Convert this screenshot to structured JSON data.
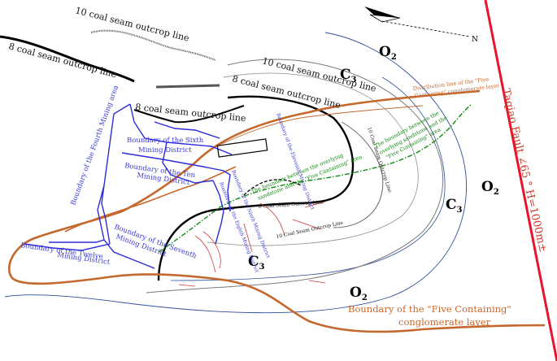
{
  "compass": {
    "north_label": "N"
  },
  "strata": {
    "o2_top": "O",
    "o2_top_sub": "2",
    "o2_right": "O",
    "o2_right_sub": "2",
    "o2_bottom": "O",
    "o2_bottom_sub": "2",
    "c3_top": "C",
    "c3_top_sub": "3",
    "c3_right": "C",
    "c3_right_sub": "3",
    "c3_center": "C",
    "c3_center_sub": "3"
  },
  "outcrop_labels": {
    "ten_top_left": "10 coal seam outcrop line",
    "eight_top_left": "8 coal seam outcrop line",
    "ten_center": "10 coal seam outcrop line",
    "eight_center_upper": "8 coal seam outcrop line",
    "eight_center_left": "8 coal seam outcrop line",
    "ten_small_vertical": "10 Coal Seam Outcrop Line",
    "eight_small": "8 Coal Seam Outcrop Line",
    "ten_small_bottom": "10 Coal Seam Outcrop Line"
  },
  "district_labels": {
    "fourth": "Boundary of the Fourth Mining area",
    "sixth_line1": "Boundary of the Sixth",
    "sixth_line2": "Mining District",
    "ten_line1": "Boundary of the Ten",
    "ten_line2": "Mining District",
    "seventh_line1": "Boundary of the Seventh",
    "seventh_line2": "Mining District",
    "twelve_line1": "Boundary of the Twelve",
    "twelve_line2": "Mining District",
    "small_a": "Boundary of the Eleventh Mining District",
    "small_b": "Boundary of the Ninth Mining District",
    "small_c": "Boundary of the Eighth Mining District"
  },
  "green_labels": {
    "left_line1": "The boundary between the overlying",
    "left_line2": "sandstone and the \"Five Containing\" area",
    "right_line1": "The boundary between the",
    "right_line2": "overlying sandstone and the",
    "right_line3": "\"Five Containing\" area"
  },
  "fault_label": "Taqiao Fault ∠65 ° H=1000m±",
  "orange_labels": {
    "small_line1": "Distribution line of the \"Five",
    "small_line2": "Containing\" conglomerate layer",
    "large_line1": "Boundary of the \"Five Containing\"",
    "large_line2": "conglomerate layer"
  },
  "colors": {
    "fault": "#e8142b",
    "five_containing": "#c4682e",
    "district_boundary": "#2b2bd9",
    "o2_boundary": "#2d4d9b",
    "overlying_boundary": "#128b12",
    "coal_seam_8": "#000000",
    "coal_seam_10": "#888888"
  }
}
